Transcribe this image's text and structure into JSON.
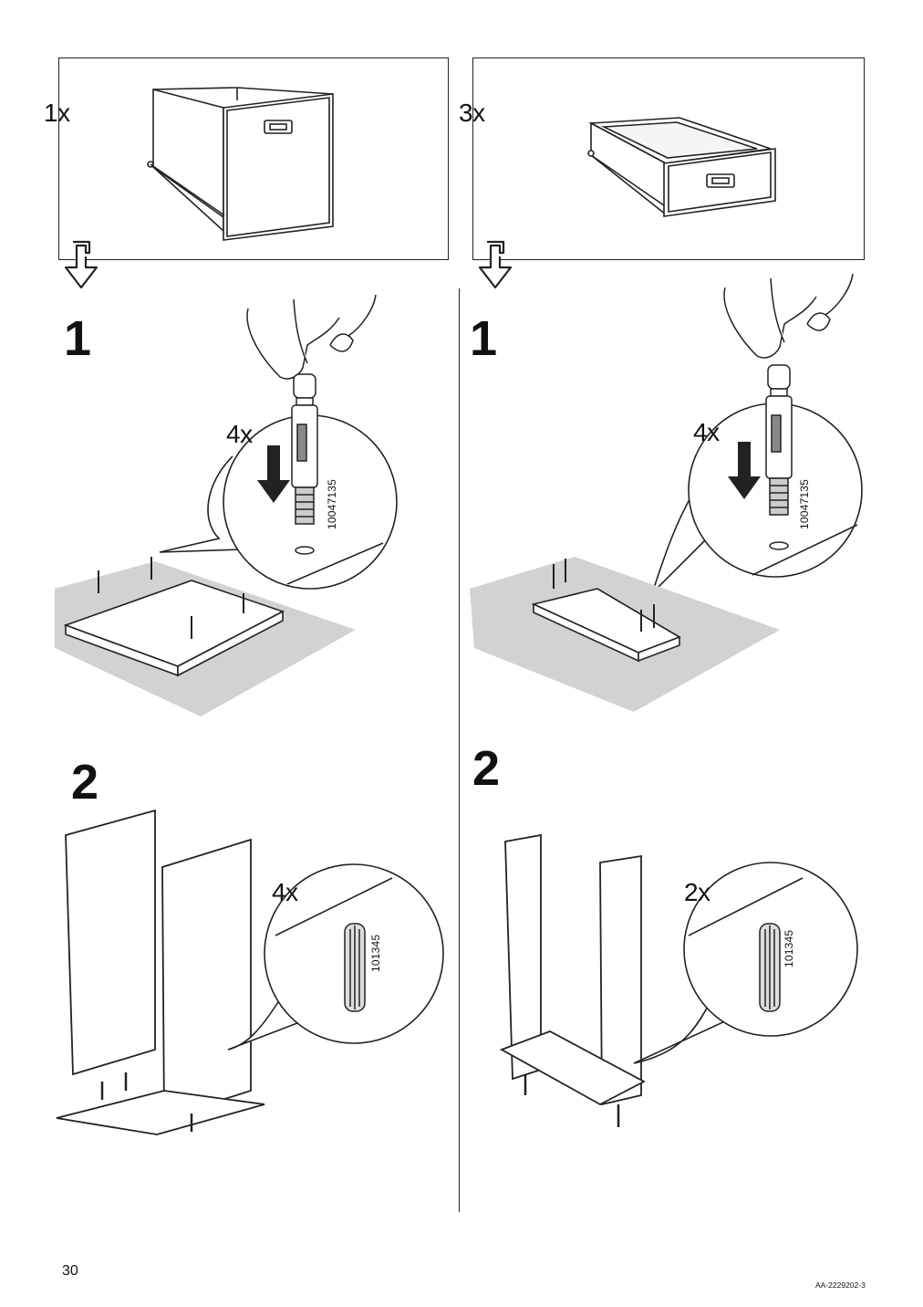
{
  "variants": [
    {
      "quantity": "1x",
      "step1": {
        "number": "1",
        "quantity": "4x",
        "part_number": "10047135"
      },
      "step2": {
        "number": "2",
        "quantity": "4x",
        "part_number": "101345"
      }
    },
    {
      "quantity": "3x",
      "step1": {
        "number": "1",
        "quantity": "4x",
        "part_number": "10047135"
      },
      "step2": {
        "number": "2",
        "quantity": "2x",
        "part_number": "101345"
      }
    }
  ],
  "footer": {
    "page_number": "30",
    "doc_code": "AA-2229202-3"
  },
  "icons": [
    "drawer-illustration",
    "next-arrow-icon",
    "hand-illustration",
    "cam-lock-dowel-illustration",
    "down-arrow-icon",
    "wood-dowel-illustration",
    "panel-illustration"
  ]
}
